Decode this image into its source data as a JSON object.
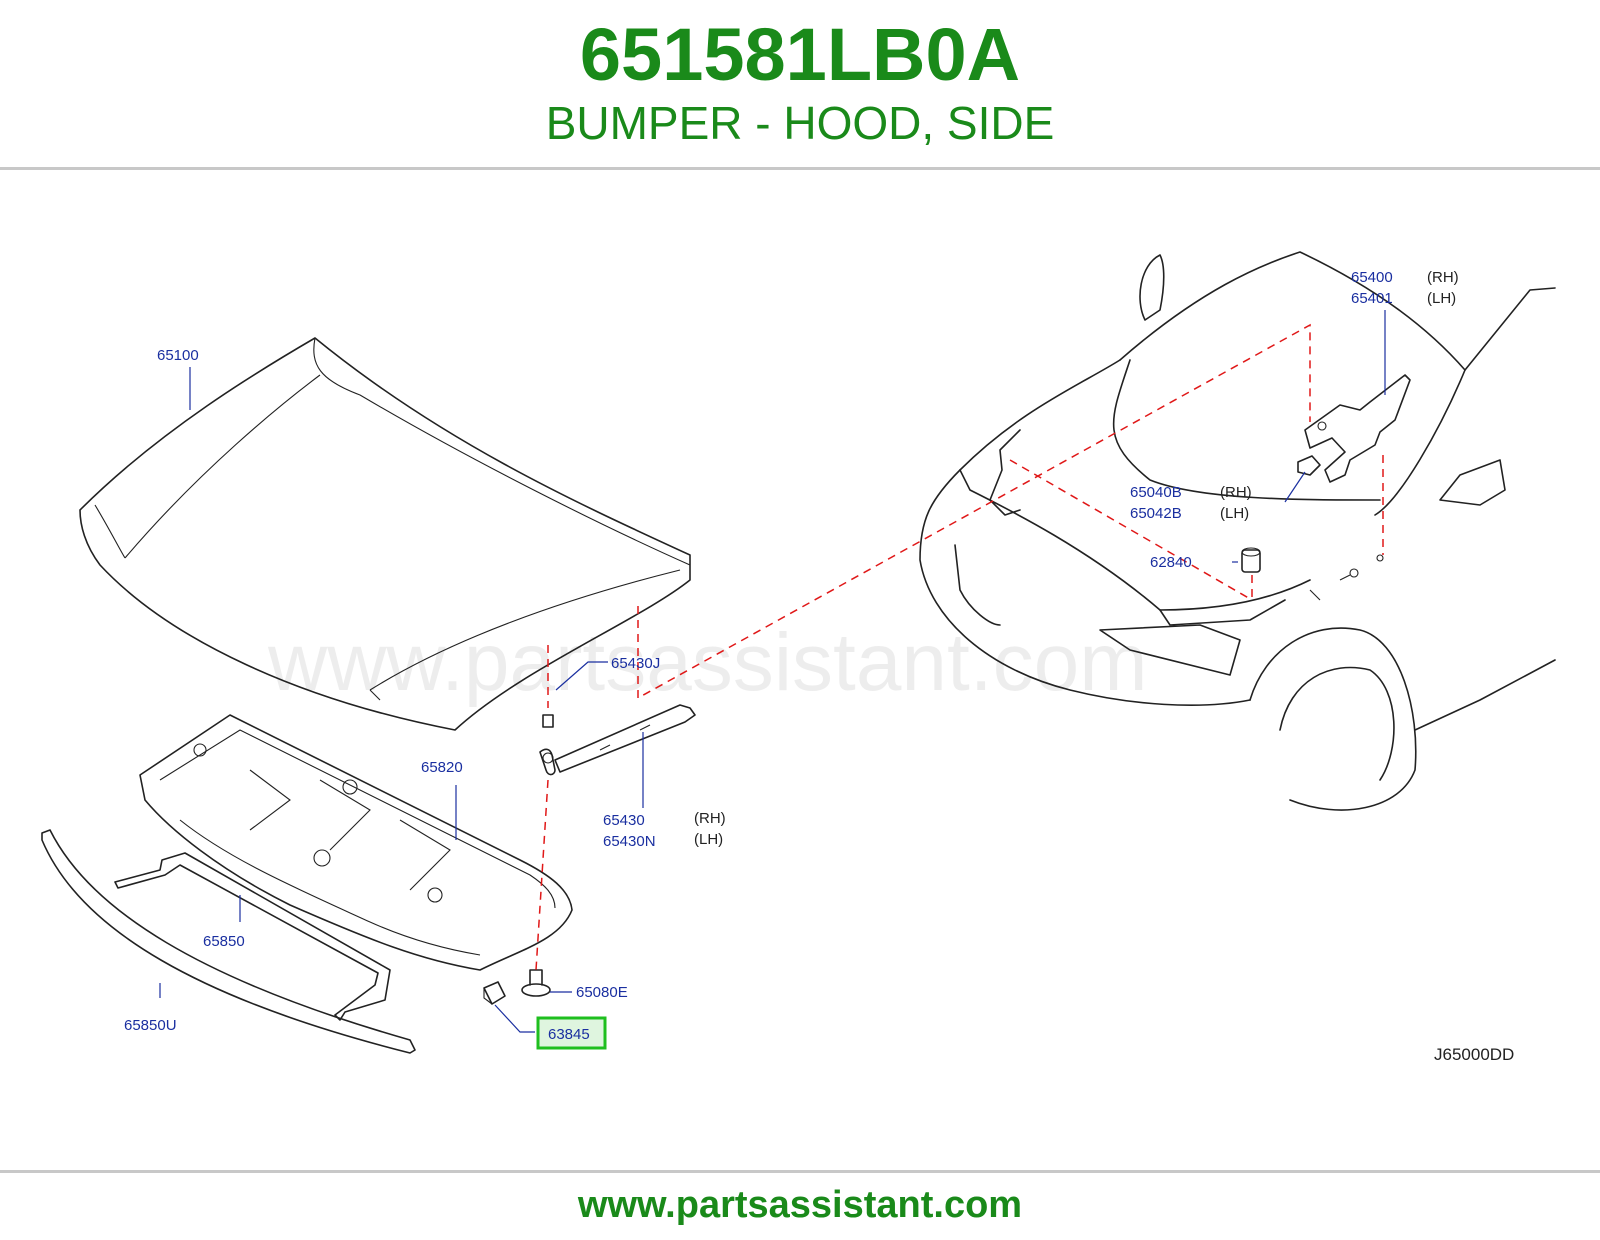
{
  "header": {
    "part_number": "651581LB0A",
    "part_name": "BUMPER - HOOD, SIDE"
  },
  "watermark": "www.partsassistant.com",
  "footer": {
    "url": "www.partsassistant.com"
  },
  "diagram_code": "J65000DD",
  "colors": {
    "title_green": "#1a8a1a",
    "callout_blue": "#1a2fa0",
    "guide_red": "#e01818",
    "highlight_green": "#1fbf1f"
  },
  "callouts": {
    "c65100": "65100",
    "c65820": "65820",
    "c65850": "65850",
    "c65850U": "65850U",
    "c65430J": "65430J",
    "c65430": "65430",
    "c65430N": "65430N",
    "c65080E": "65080E",
    "c63845": "63845",
    "c65400": "65400",
    "c65401": "65401",
    "c65040B": "65040B",
    "c65042B": "65042B",
    "c62840": "62840"
  },
  "sides": {
    "rh": "(RH)",
    "lh": "(LH)"
  },
  "highlighted_part": "63845"
}
